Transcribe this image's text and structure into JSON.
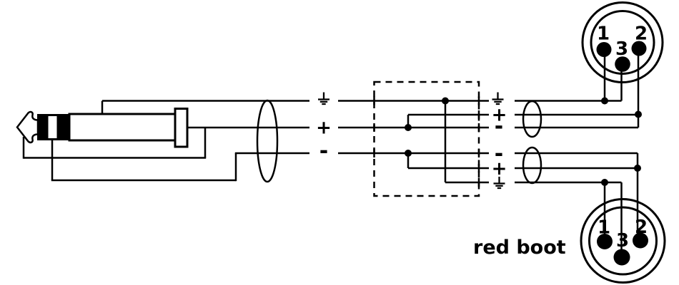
{
  "colors": {
    "background": "#ffffff",
    "line": "#000000"
  },
  "icons": {
    "ground_symbol": "earth-ground-icon",
    "cable_shield": "cable-shield-ellipse",
    "junction_dot": "solder-joint-dot",
    "jack_plug": "stereo-trs-jack-plug-icon",
    "xlr_connector": "xlr-male-connector-icon"
  },
  "labels": {
    "left_plus": "+",
    "left_minus": "-",
    "right_top_plus": "+",
    "right_top_minus": "-",
    "right_bottom_minus": "-",
    "right_bottom_plus": "+",
    "red_boot": "red boot"
  },
  "xlr_top": {
    "pin1": "1",
    "pin2": "2",
    "pin3": "3"
  },
  "xlr_bottom": {
    "pin1": "1",
    "pin2": "2",
    "pin3": "3"
  }
}
